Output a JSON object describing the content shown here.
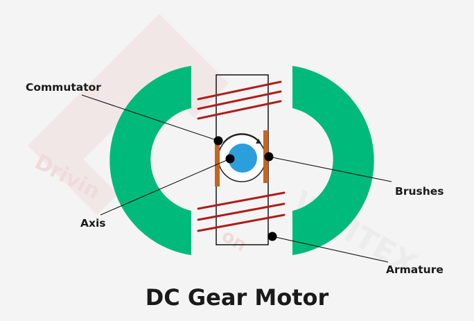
{
  "diagram": {
    "title": "DC Gear Motor",
    "labels": {
      "commutator": "Commutator",
      "axis": "Axis",
      "brushes": "Brushes",
      "armature": "Armature"
    },
    "watermark": {
      "left_text": "Drivin",
      "mid_text": "on",
      "right_text": "WHITEX"
    },
    "colors": {
      "background": "#f4f4f4",
      "magnet": "#00ba7c",
      "winding": "#b01c1c",
      "brush": "#c8641e",
      "axis": "#2b9fdc",
      "outline": "#111111",
      "watermark": "#e9c8c8"
    }
  }
}
